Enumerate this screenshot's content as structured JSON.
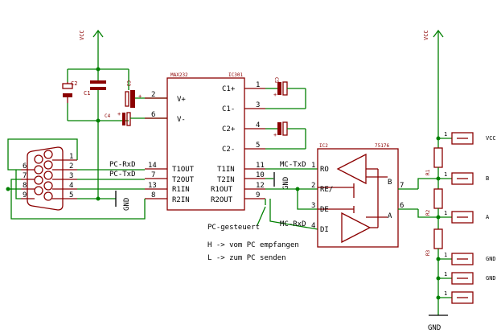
{
  "colors": {
    "wire": "#008000",
    "part": "#8b0000",
    "text": "#000000"
  },
  "power": {
    "vcc_left": "VCC",
    "vcc_right": "VCC",
    "gnd_mid": "GND",
    "gnd_bottom": "GND"
  },
  "caps": {
    "c2": "C2",
    "c1": "C1",
    "c3": "C3",
    "c4": "C4",
    "c5": "C5",
    "c1_label_ic": "C1"
  },
  "max232": {
    "name": "MAX232",
    "ref": "IC301",
    "left_pins": [
      "V+",
      "V-",
      "T1OUT",
      "T2OUT",
      "R1IN",
      "R2IN"
    ],
    "left_nums": [
      "2",
      "6",
      "14",
      "7",
      "13",
      "8"
    ],
    "right_pins": [
      "C1+",
      "C1-",
      "C2+",
      "C2-",
      "T1IN",
      "T2IN",
      "R1OUT",
      "R2OUT"
    ],
    "right_nums": [
      "1",
      "3",
      "4",
      "5",
      "11",
      "10",
      "12",
      "9"
    ]
  },
  "ic2": {
    "ref": "IC2",
    "name": "75176",
    "left_pins": [
      "RO",
      "RE/",
      "DE",
      "DI"
    ],
    "left_nums": [
      "1",
      "2",
      "3",
      "4"
    ],
    "right_pins": [
      "B",
      "A"
    ],
    "right_nums": [
      "7",
      "6"
    ]
  },
  "dsub": {
    "pins": [
      "1",
      "2",
      "3",
      "4",
      "5",
      "6",
      "7",
      "8",
      "9"
    ]
  },
  "nets": {
    "pc_rxd": "PC-RxD",
    "pc_txd": "PC-TxD",
    "mc_txd": "MC-TxD",
    "mc_rxd": "MC-RxD",
    "pc_gesteuert": "PC-gesteuert"
  },
  "notes": [
    "H -> vom PC empfangen",
    "L -> zum PC senden"
  ],
  "resistors": [
    "R1",
    "R2",
    "R3"
  ],
  "connectors": {
    "pin": "1",
    "labels": [
      "VCC",
      "B",
      "A",
      "GND",
      "GND"
    ]
  }
}
